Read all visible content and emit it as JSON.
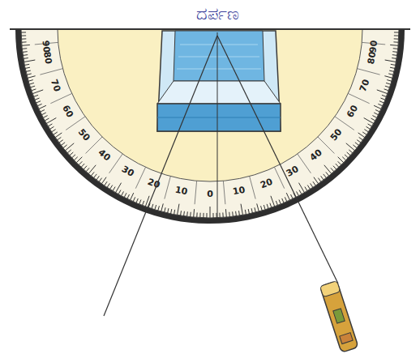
{
  "diagram": {
    "labels": [
      "ದರ್ಪಣ",
      "90",
      "80",
      "70",
      "60",
      "50",
      "40",
      "30",
      "20",
      "10",
      "0",
      "10",
      "20",
      "30",
      "40",
      "50",
      "60",
      "70",
      "80",
      "90"
    ]
  }
}
